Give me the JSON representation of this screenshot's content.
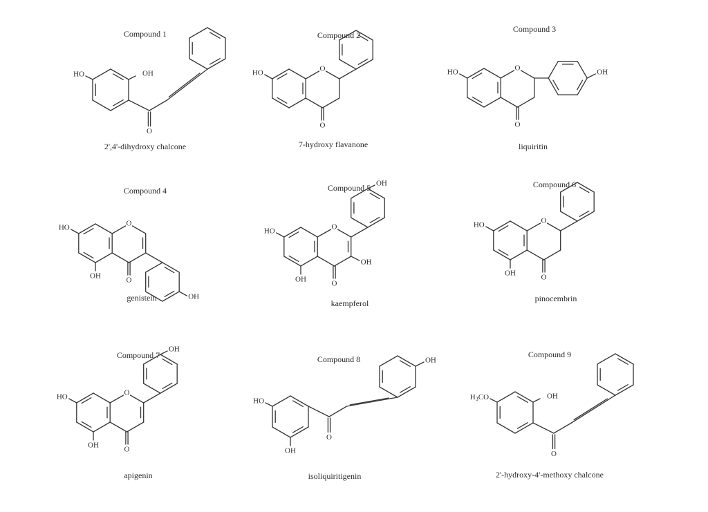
{
  "compounds": [
    {
      "title": "Compound 1",
      "name": "2',4'-dihydroxy chalcone"
    },
    {
      "title": "Compound 2",
      "name": "7-hydroxy flavanone"
    },
    {
      "title": "Compound 3",
      "name": "liquiritin"
    },
    {
      "title": "Compound 4",
      "name": "genistein"
    },
    {
      "title": "Compound 5",
      "name": "kaempferol"
    },
    {
      "title": "Compound 6",
      "name": "pinocembrin"
    },
    {
      "title": "Compound 7",
      "name": "apigenin"
    },
    {
      "title": "Compound 8",
      "name": "isoliquiritigenin"
    },
    {
      "title": "Compound 9",
      "name": "2'-hydroxy-4'-methoxy chalcone"
    }
  ],
  "atoms": {
    "hydroxyl": "OH",
    "hydroxyl_left": "HO",
    "oxygen": "O",
    "methoxy_prefix": "H",
    "methoxy_sub": "3",
    "methoxy_suffix": "CO"
  },
  "bond_color": "#3a3a3a"
}
